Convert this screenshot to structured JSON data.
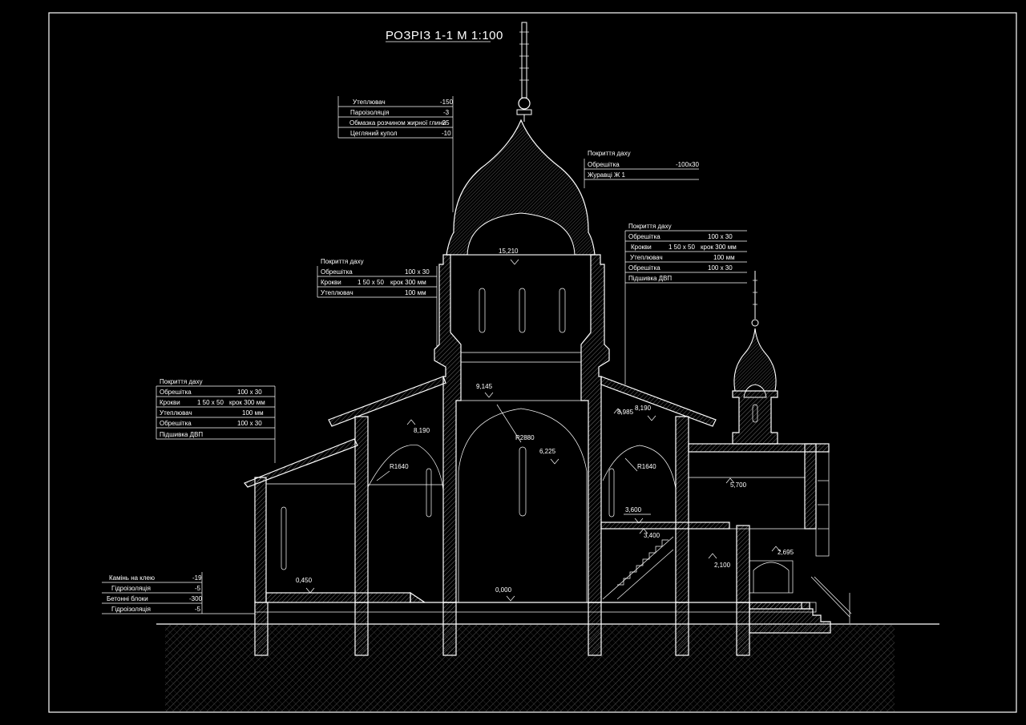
{
  "drawing": {
    "title": "РОЗРІЗ 1-1 М 1:100"
  },
  "callouts": {
    "dome_layers": {
      "rows": [
        {
          "name": "Утеплювач",
          "value": "-150"
        },
        {
          "name": "Пароізоляція",
          "value": "-3"
        },
        {
          "name": "Обмазка розчином жирної глини",
          "value": "-25"
        },
        {
          "name": "Цегляний купол",
          "value": "-10"
        }
      ]
    },
    "roof_dome": {
      "heading": "Покриття даху",
      "rows": [
        {
          "name": "Обрешітка",
          "value": "-100x30"
        },
        {
          "name": "Журавці  Ж 1",
          "value": ""
        }
      ]
    },
    "roof_center_left": {
      "heading": "Покриття даху",
      "rows": [
        {
          "name": "Обрешітка",
          "mid": "",
          "value": "100  x  30"
        },
        {
          "name": "Крокви",
          "mid": "1 50 x 50",
          "value": "крок 300 мм"
        },
        {
          "name": "Утеплювач",
          "mid": "",
          "value": "100 мм"
        }
      ]
    },
    "roof_right": {
      "heading": "Покриття даху",
      "rows": [
        {
          "name": "Обрешітка",
          "mid": "",
          "value": "100  x  30"
        },
        {
          "name": "Крокви",
          "mid": "1 50 x 50",
          "value": "крок 300 мм"
        },
        {
          "name": "Утеплювач",
          "mid": "",
          "value": "100 мм"
        },
        {
          "name": "Обрешітка",
          "mid": "",
          "value": "100  x  30"
        },
        {
          "name": "Підшивка  ДВП",
          "mid": "",
          "value": ""
        }
      ]
    },
    "roof_left": {
      "heading": "Покриття даху",
      "rows": [
        {
          "name": "Обрешітка",
          "mid": "",
          "value": "100  x  30"
        },
        {
          "name": "Крокви",
          "mid": "1 50 x 50",
          "value": "крок 300 мм"
        },
        {
          "name": "Утеплювач",
          "mid": "",
          "value": "100 мм"
        },
        {
          "name": "Обрешітка",
          "mid": "",
          "value": "100  x  30"
        },
        {
          "name": "Підшивка  ДВП",
          "mid": "",
          "value": ""
        }
      ]
    },
    "floor": {
      "rows": [
        {
          "name": "Камінь на клею",
          "value": "-19"
        },
        {
          "name": "Гідроізоляція",
          "value": "-5"
        },
        {
          "name": "Бетонні блоки",
          "value": "-300"
        },
        {
          "name": "Гідроізоляція",
          "value": "-5"
        }
      ]
    }
  },
  "levels": {
    "dome_base": "15,210",
    "vault_top": "9,145",
    "left_roof": "8,190",
    "right_a": "8,985",
    "right_b": "8,190",
    "arch_spring": "6,225",
    "right_room": "5,700",
    "mezzanine": "3,600",
    "mezz_under": "3,400",
    "porch": "2,695",
    "porch_low": "2,100",
    "left_floor": "0,450",
    "main_floor": "0,000"
  },
  "radii": {
    "main": "R2880",
    "left": "R1640",
    "right": "R1640"
  }
}
